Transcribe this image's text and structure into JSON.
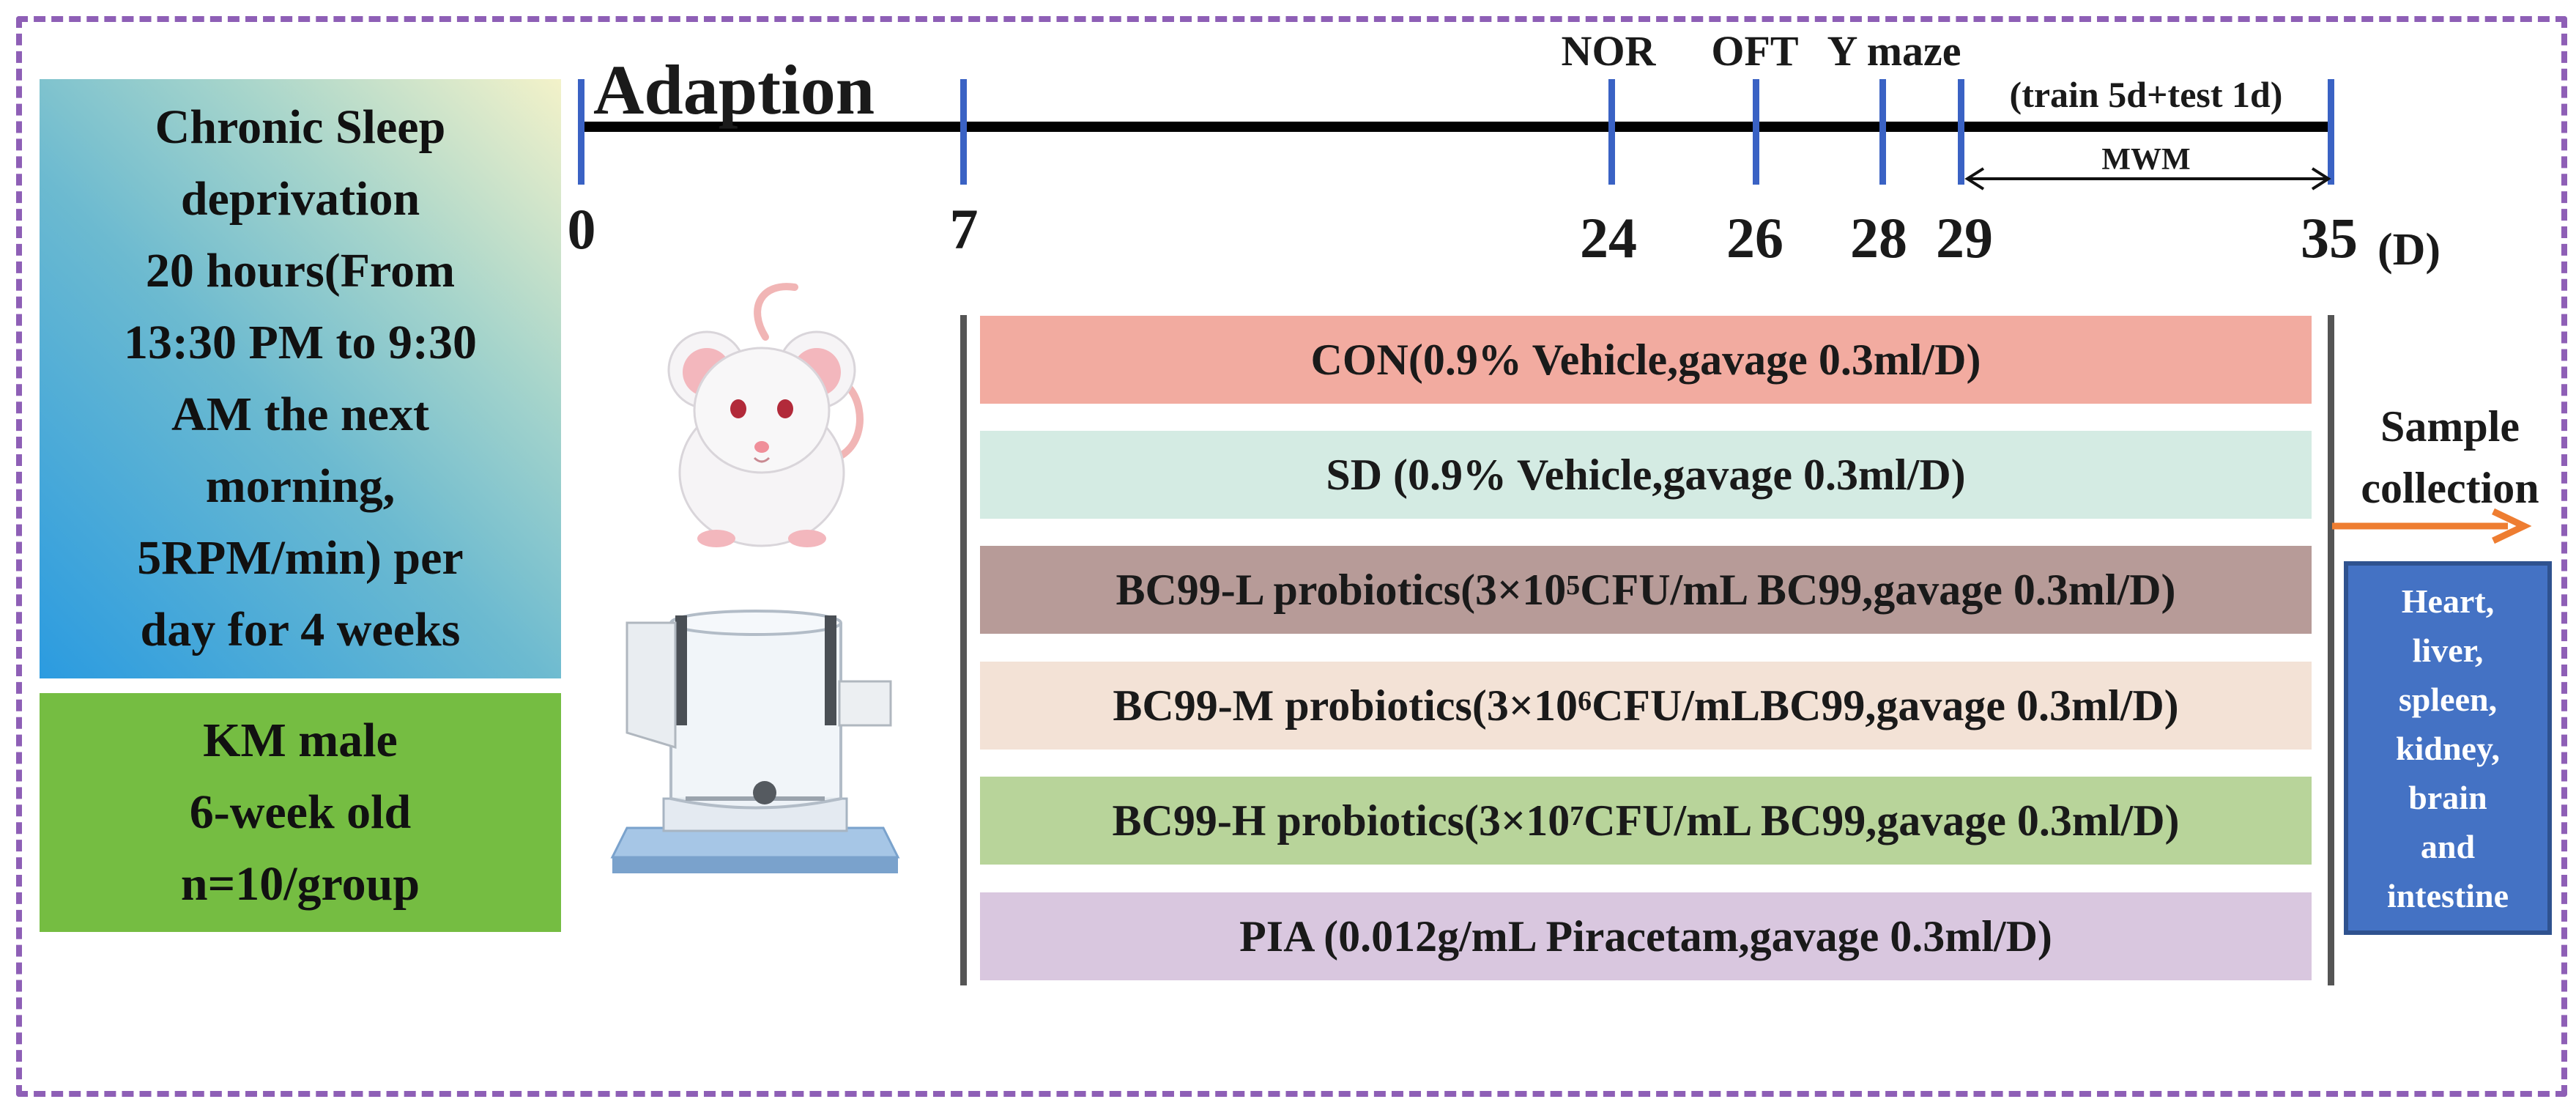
{
  "protocol_box": {
    "text": "Chronic Sleep\ndeprivation\n20 hours(From\n13:30 PM to 9:30\nAM the next\nmorning,\n5RPM/min) per\nday for 4 weeks"
  },
  "animal_box": {
    "text": "KM male\n6-week old\nn=10/group"
  },
  "timeline": {
    "adaption_label": "Adaption",
    "ticks": [
      "0",
      "7",
      "24",
      "26",
      "28",
      "29",
      "35"
    ],
    "unit": "(D)",
    "events": {
      "nor": "NOR",
      "oft": "OFT",
      "ymaze": "Y maze",
      "mwm_schedule": "(train 5d+test 1d)",
      "mwm": "MWM"
    }
  },
  "groups": [
    {
      "prefix": "CON(0.9% Vehicle,gavage 0.3ml/D)",
      "sup": "",
      "suffix": "",
      "color": "#f2aba0"
    },
    {
      "prefix": "SD (0.9% Vehicle,gavage 0.3ml/D)",
      "sup": "",
      "suffix": "",
      "color": "#d4ebe3"
    },
    {
      "prefix": "BC99-L probiotics(3×10",
      "sup": "5",
      "suffix": "CFU/mL BC99,gavage 0.3ml/D)",
      "color": "#b79b98"
    },
    {
      "prefix": "BC99-M probiotics(3×10",
      "sup": "6",
      "suffix": "CFU/mLBC99,gavage 0.3ml/D)",
      "color": "#f3e2d6"
    },
    {
      "prefix": "BC99-H probiotics(3×10",
      "sup": "7",
      "suffix": "CFU/mL BC99,gavage 0.3ml/D)",
      "color": "#b8d49a"
    },
    {
      "prefix": "PIA (0.012g/mL Piracetam,gavage 0.3ml/D)",
      "sup": "",
      "suffix": "",
      "color": "#d9c7df"
    }
  ],
  "sample_collection": {
    "label": "Sample\ncollection",
    "arrow_color": "#ee7d31"
  },
  "organs": {
    "text": "Heart,\nliver,\nspleen,\nkidney,\nbrain\nand\nintestine"
  },
  "colors": {
    "frame": "#8e5fb6",
    "tick": "#3a62c4",
    "protocol_box": "gradient",
    "animal_box": "#75bd42",
    "organs_box": "#4472c4"
  },
  "icons": [
    "rat-illustration",
    "sleep-deprivation-apparatus"
  ]
}
